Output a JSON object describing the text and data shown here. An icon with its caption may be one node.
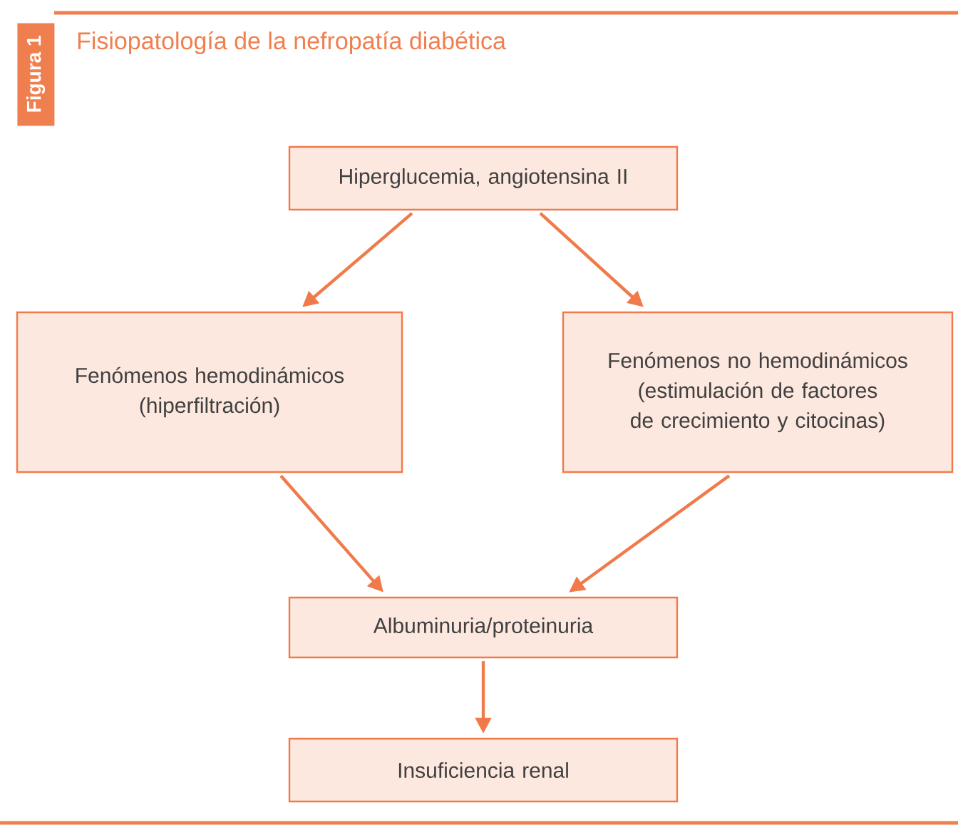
{
  "diagram": {
    "title": "Fisiopatología de la nefropatía diabética",
    "nodes": [
      {
        "text": [
          "Hiperglucemia, angiotensina II"
        ]
      },
      {
        "text": [
          "Fenómenos hemodinámicos (hiperfiltración)"
        ]
      },
      {
        "text": [
          "Fenómenos no hemodinámicos (estimulación de factores de crecimiento y citocinas)"
        ]
      },
      {
        "text": [
          "Albuminuria/proteinuria"
        ]
      },
      {
        "text": [
          "Insuficiencia renal"
        ]
      }
    ],
    "edges": [
      {
        "from": 0,
        "to": 1,
        "arrow": "to"
      },
      {
        "from": 0,
        "to": 2,
        "arrow": "to"
      },
      {
        "from": 1,
        "to": 3,
        "arrow": "to"
      },
      {
        "from": 2,
        "to": 3,
        "arrow": "to"
      },
      {
        "from": 3,
        "to": 4,
        "arrow": "to"
      }
    ],
    "labels": [
      "Figura 1"
    ]
  }
}
